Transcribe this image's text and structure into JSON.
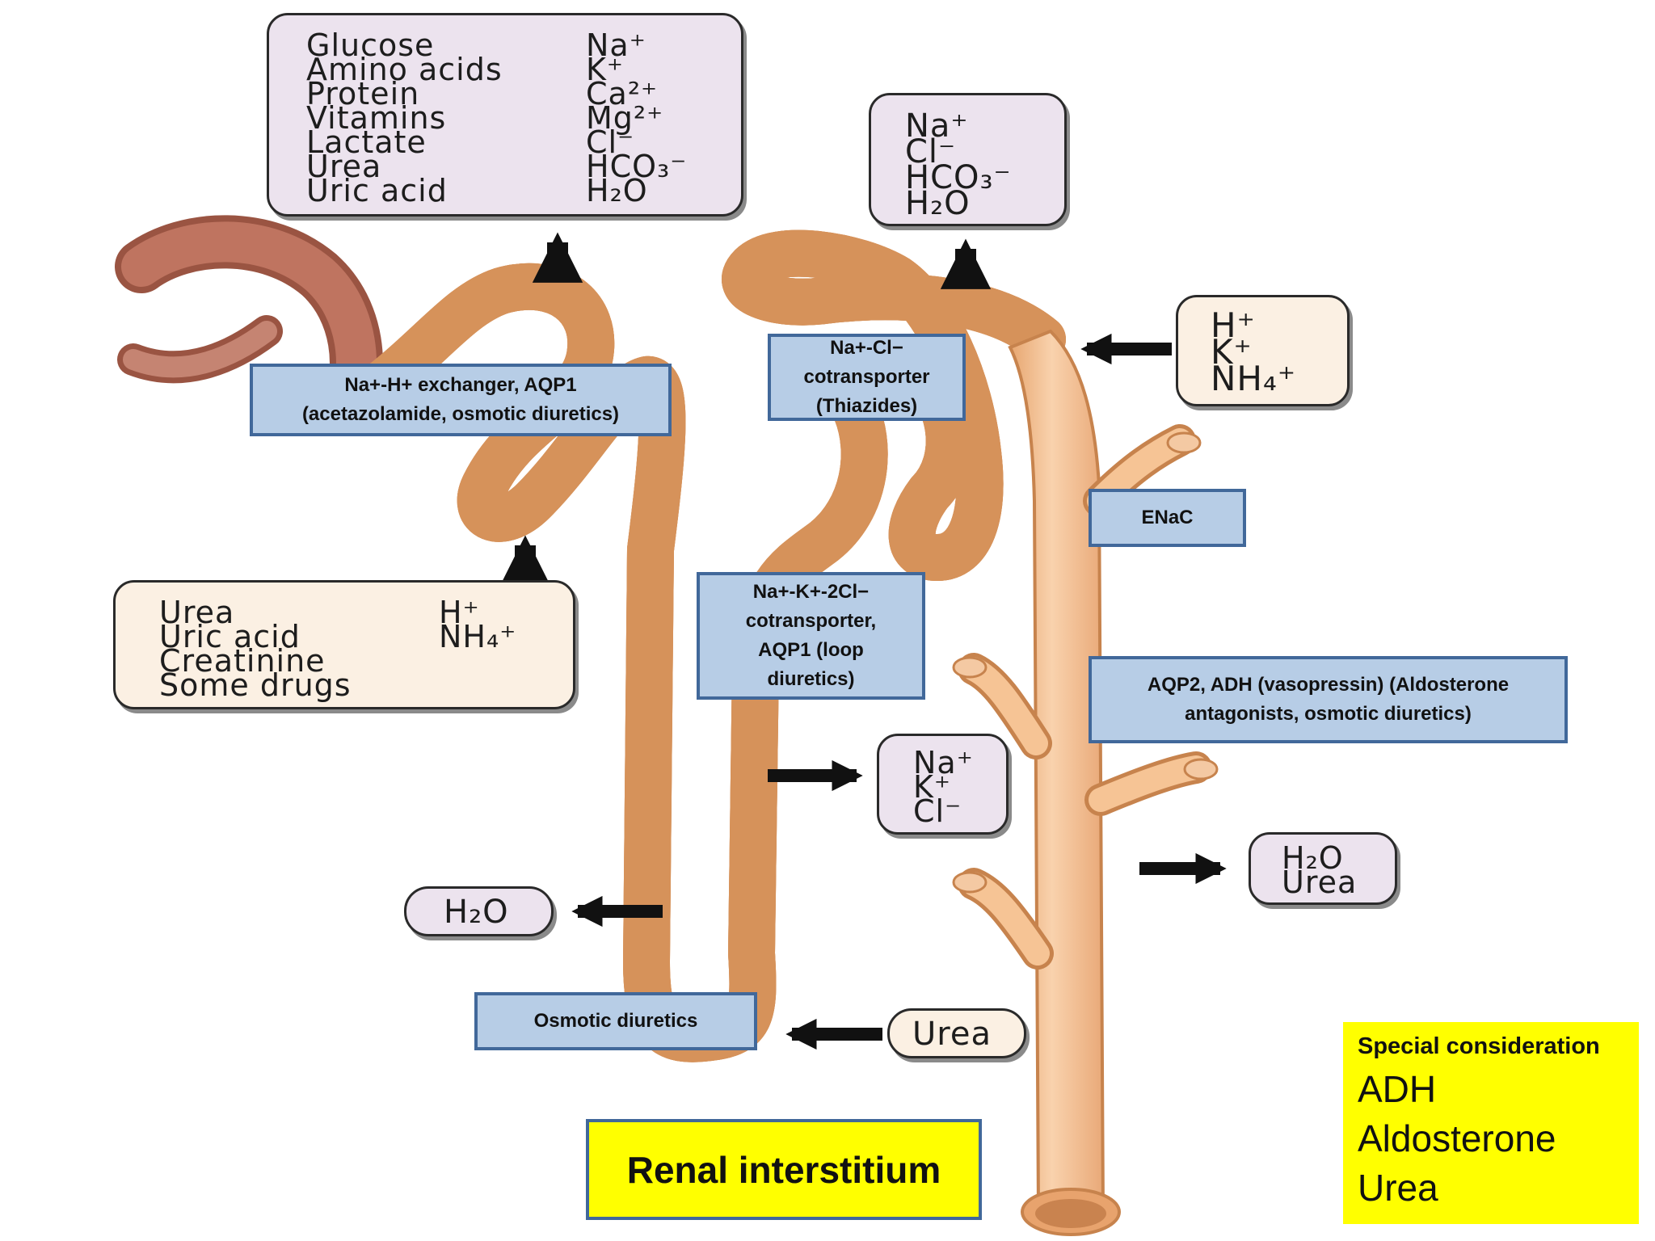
{
  "proximal_reabsorption": {
    "left_column": [
      "Glucose",
      "Amino acids",
      "Protein",
      "Vitamins",
      "Lactate",
      "Urea",
      "Uric acid"
    ],
    "right_column": [
      "Na⁺",
      "K⁺",
      "Ca²⁺",
      "Mg²⁺",
      "Cl⁻",
      "HCO₃⁻",
      "H₂O"
    ]
  },
  "distal_reabsorption": {
    "items": [
      "Na⁺",
      "Cl⁻",
      "HCO₃⁻",
      "H₂O"
    ]
  },
  "collecting_secretion": {
    "items": [
      "H⁺",
      "K⁺",
      "NH₄⁺"
    ]
  },
  "proximal_secretion": {
    "left_column": [
      "Urea",
      "Uric acid",
      "Creatinine",
      "Some drugs"
    ],
    "right_column": [
      "H⁺",
      "NH₄⁺"
    ]
  },
  "thick_ascending_reabsorption": {
    "items": [
      "Na⁺",
      "K⁺",
      "Cl⁻"
    ]
  },
  "collecting_duct_reabsorption": {
    "items": [
      "H₂O",
      "Urea"
    ]
  },
  "descending_limb_water": {
    "text": "H₂O"
  },
  "loop_urea_entry": {
    "text": "Urea"
  },
  "labels": {
    "proximal": [
      "Na+-H+ exchanger, AQP1",
      "(acetazolamide, osmotic diuretics)"
    ],
    "distal": [
      "Na+-Cl−",
      "cotransporter",
      "(Thiazides)"
    ],
    "enac": "ENaC",
    "loop": [
      "Na+-K+-2Cl−",
      "cotransporter,",
      "AQP1 (loop",
      "diuretics)"
    ],
    "collecting": [
      "AQP2, ADH (vasopressin) (Aldosterone",
      "antagonists, osmotic diuretics)"
    ],
    "osmotic": "Osmotic diuretics",
    "interstitium": "Renal interstitium"
  },
  "special_consideration": {
    "heading": "Special consideration",
    "items": [
      "ADH",
      "Aldosterone",
      "Urea"
    ]
  },
  "colors": {
    "tubule_fill": "#f6c495",
    "tubule_outline": "#d99a63",
    "capsule_fill": "#b86a55",
    "label_fill": "#b7cde6",
    "label_border": "#41689a",
    "highlight": "#ffff00"
  }
}
